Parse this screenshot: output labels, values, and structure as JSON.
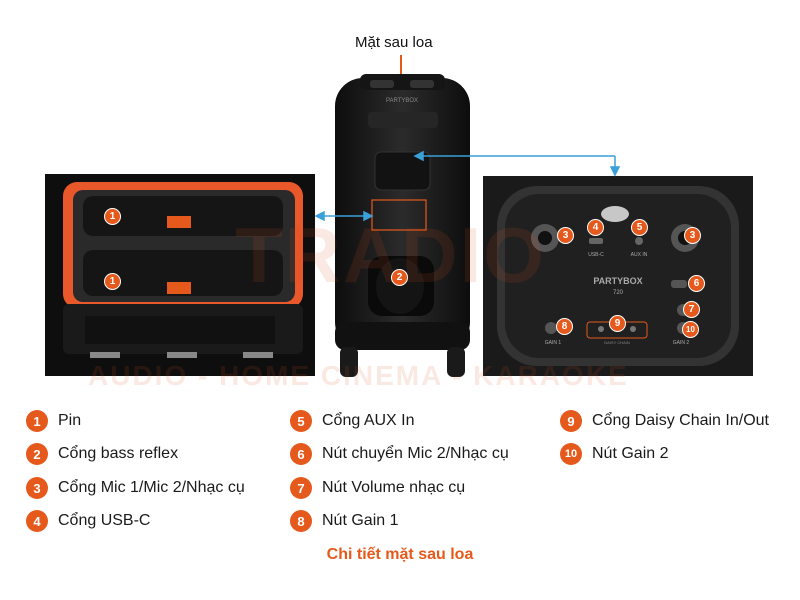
{
  "header": {
    "title": "Mặt sau loa"
  },
  "watermark": {
    "brand": "TRADIO",
    "tagline": "AUDIO - HOME CINEMA - KARAOKE"
  },
  "device": {
    "logo": "PARTYBOX",
    "model": "720",
    "usb_label": "USB-C",
    "aux_label": "AUX IN",
    "gain1_label": "GAIN 1",
    "gain2_label": "GAIN 2",
    "daisy_label": "DAISY CHAIN"
  },
  "badges": [
    "1",
    "1",
    "2",
    "3",
    "3",
    "4",
    "5",
    "6",
    "7",
    "8",
    "9",
    "10"
  ],
  "legend": [
    {
      "num": "1",
      "label": "Pin"
    },
    {
      "num": "2",
      "label": "Cổng bass reflex"
    },
    {
      "num": "3",
      "label": "Cổng Mic 1/Mic 2/Nhạc cụ"
    },
    {
      "num": "4",
      "label": "Cổng USB-C"
    },
    {
      "num": "5",
      "label": "Cổng AUX In"
    },
    {
      "num": "6",
      "label": "Nút chuyển Mic 2/Nhạc cụ"
    },
    {
      "num": "7",
      "label": "Nút Volume nhạc cụ"
    },
    {
      "num": "8",
      "label": "Nút Gain 1"
    },
    {
      "num": "9",
      "label": "Cổng Daisy Chain In/Out"
    },
    {
      "num": "10",
      "label": "Nút Gain 2"
    }
  ],
  "caption": "Chi tiết mặt sau loa",
  "colors": {
    "accent": "#e55a1c",
    "arrow": "#3aa0d8",
    "device": "#1c1c1c"
  }
}
